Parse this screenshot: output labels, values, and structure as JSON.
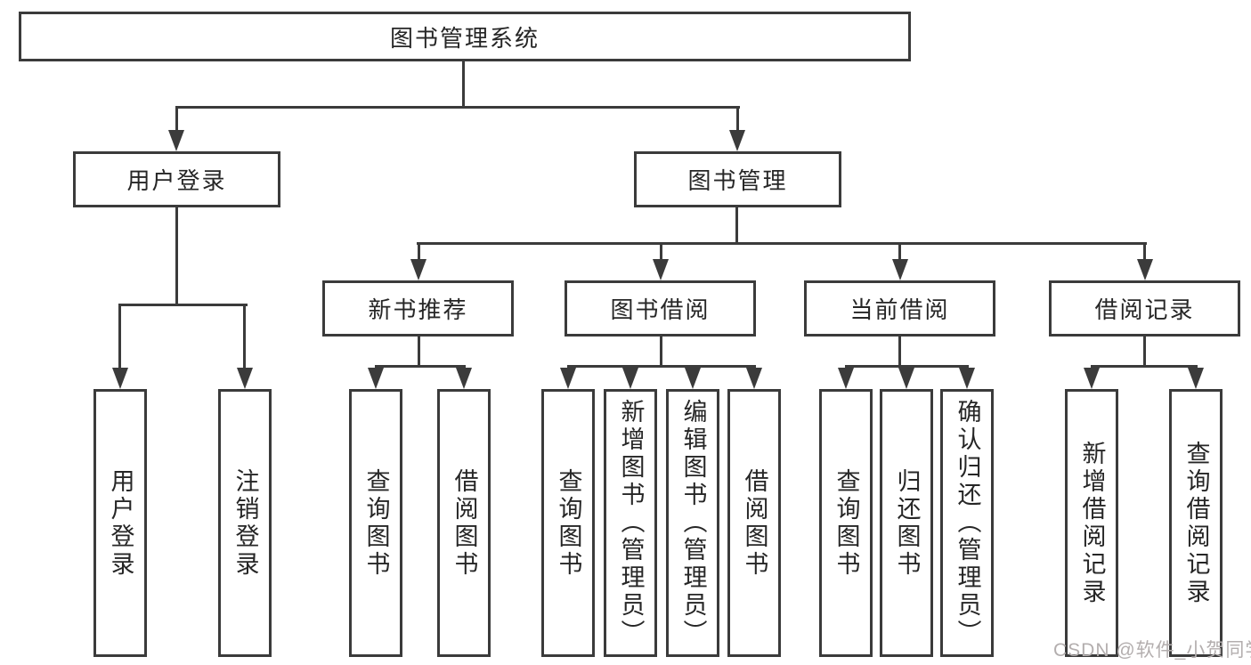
{
  "tree": {
    "root": {
      "label": "图书管理系统",
      "children": [
        {
          "label": "用户登录",
          "children": [
            {
              "label": "用户登录"
            },
            {
              "label": "注销登录"
            }
          ]
        },
        {
          "label": "图书管理",
          "children": [
            {
              "label": "新书推荐",
              "children": [
                {
                  "label": "查询图书"
                },
                {
                  "label": "借阅图书"
                }
              ]
            },
            {
              "label": "图书借阅",
              "children": [
                {
                  "label": "查询图书"
                },
                {
                  "label": "新增图书（管理员）"
                },
                {
                  "label": "编辑图书（管理员）"
                },
                {
                  "label": "借阅图书"
                }
              ]
            },
            {
              "label": "当前借阅",
              "children": [
                {
                  "label": "查询图书"
                },
                {
                  "label": "归还图书"
                },
                {
                  "label": "确认归还（管理员）"
                }
              ]
            },
            {
              "label": "借阅记录",
              "children": [
                {
                  "label": "新增借阅记录"
                },
                {
                  "label": "查询借阅记录"
                }
              ]
            }
          ]
        }
      ]
    }
  },
  "watermark": "CSDN @软件_小贺同学",
  "colors": {
    "line": "#3b3b3b",
    "text": "#262626",
    "watermark": "#b3aeae",
    "background": "#ffffff"
  }
}
